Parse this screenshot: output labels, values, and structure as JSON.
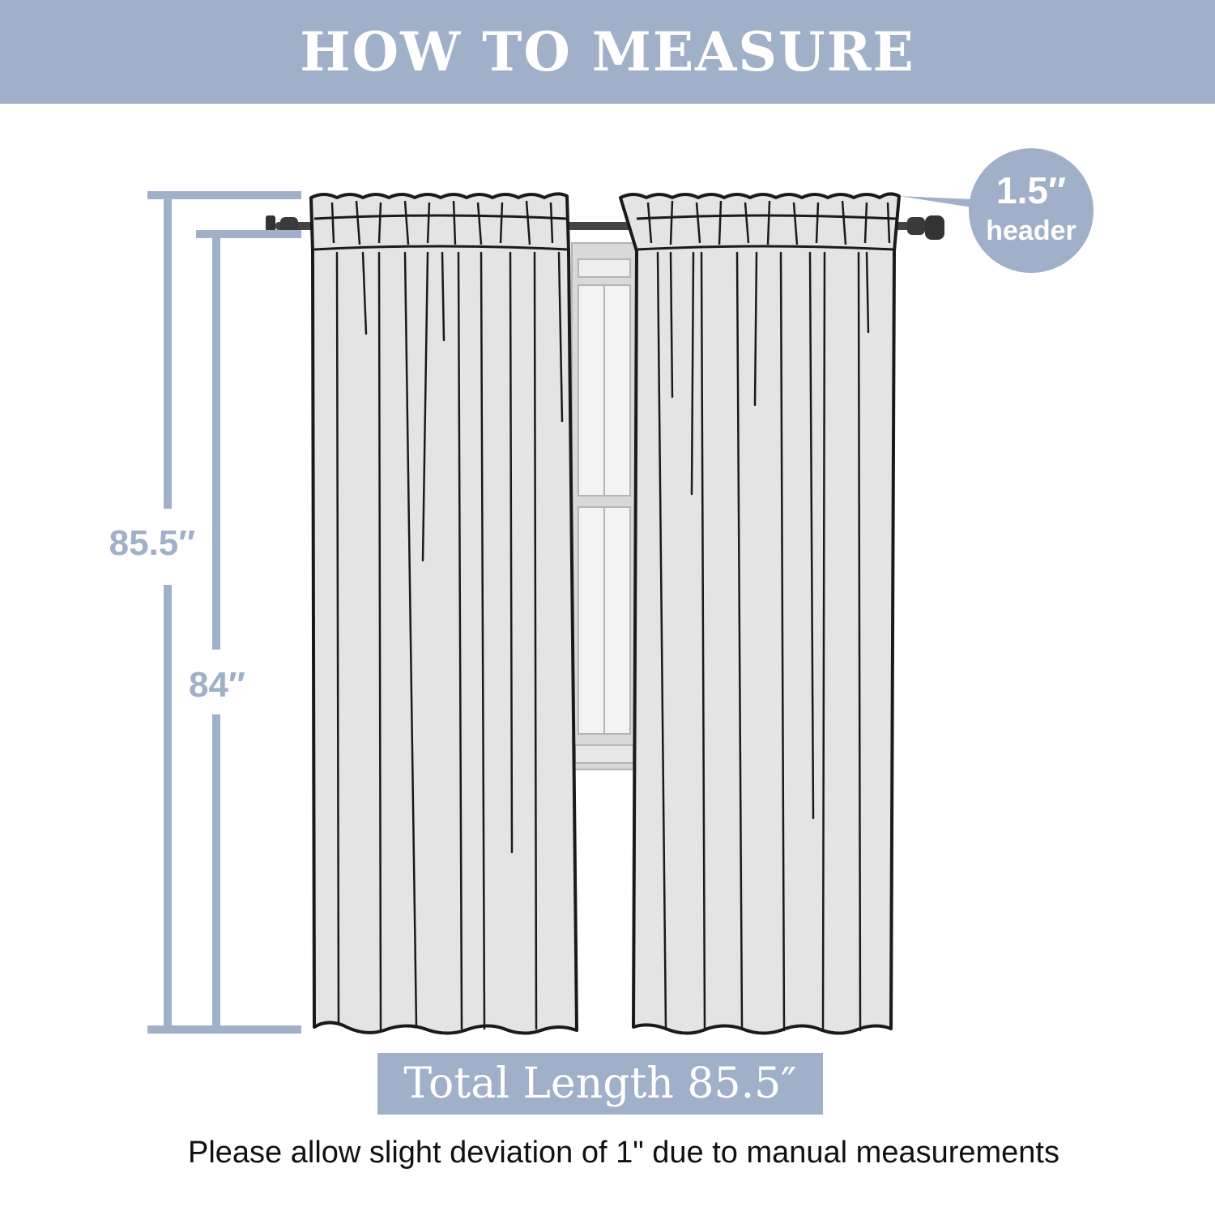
{
  "title": "HOW TO MEASURE",
  "dimensions": {
    "total_length_label": "85.5″",
    "panel_length_label": "84″",
    "header_value": "1.5″",
    "header_word": "header"
  },
  "total_length": "Total Length 85.5″",
  "note": "Please allow slight deviation of 1\" due to manual measurements",
  "colors": {
    "accent": "#a0b0c9",
    "curtain_fill": "#e4e4e4",
    "outline": "#1a1a1a",
    "rod": "#444444"
  }
}
